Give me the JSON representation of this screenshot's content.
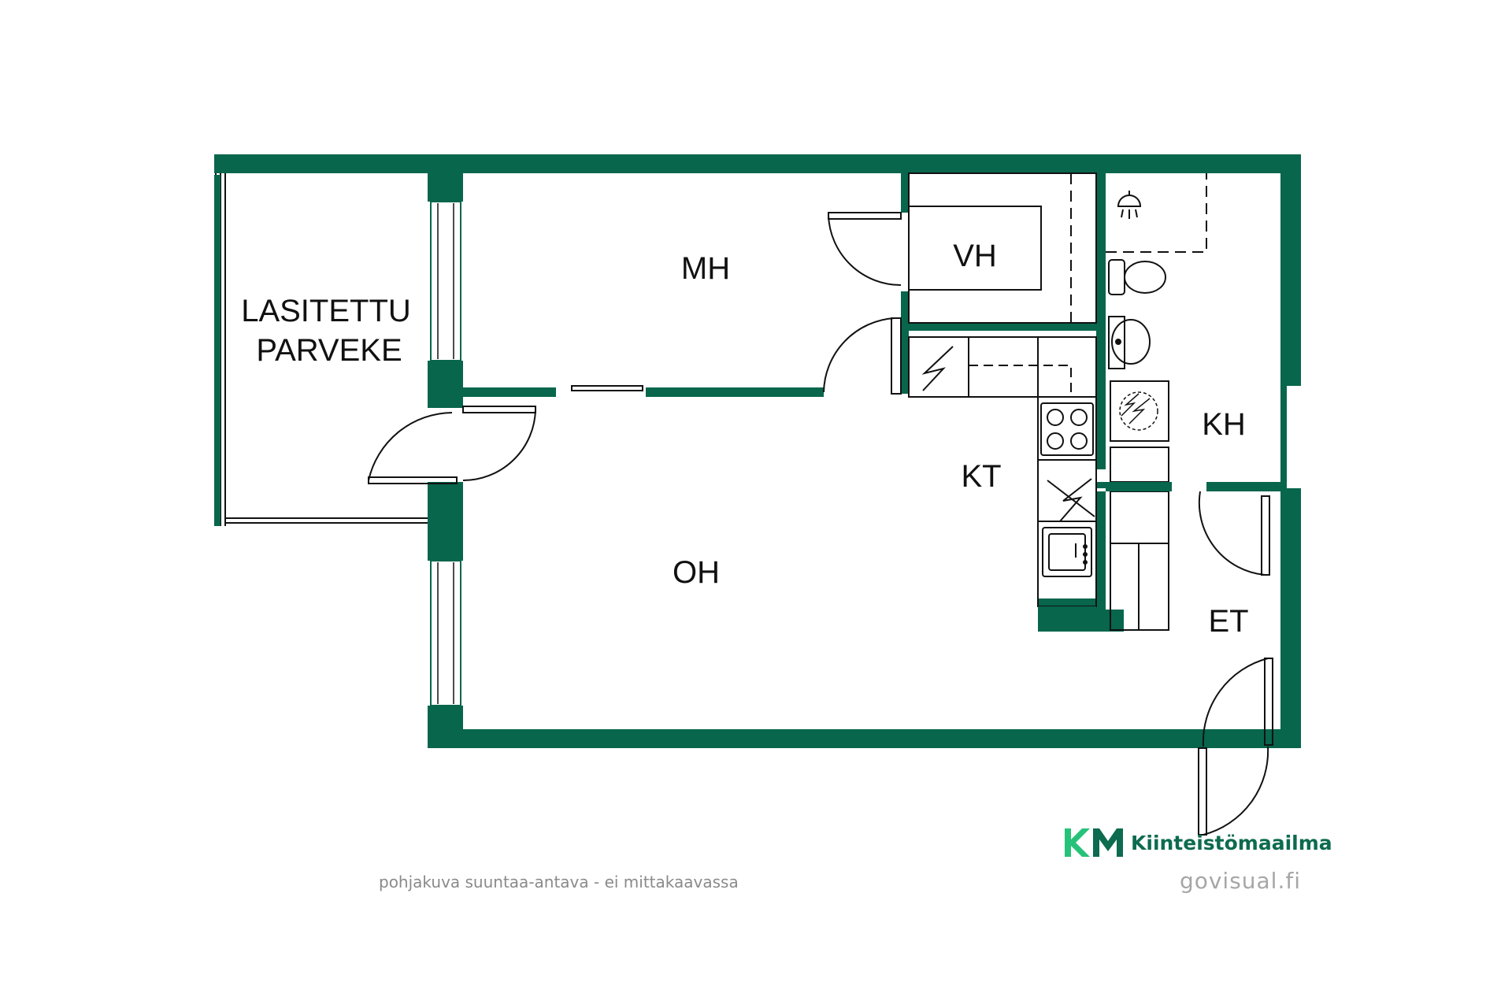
{
  "rooms": {
    "balcony_line1": "LASITETTU",
    "balcony_line2": "PARVEKE",
    "bedroom": "MH",
    "wardrobe": "VH",
    "kitchen": "KT",
    "bathroom": "KH",
    "living": "OH",
    "hall": "ET"
  },
  "footer": {
    "disclaimer": "pohjakuva suuntaa-antava - ei mittakaavassa",
    "credit": "govisual.fi",
    "brand_mark": "KM",
    "brand_name": "Kiinteistömaailma"
  },
  "colors": {
    "wall": "#07664c",
    "brand_light": "#27c27a",
    "brand_dark": "#0d6b4f",
    "line": "#111111"
  }
}
